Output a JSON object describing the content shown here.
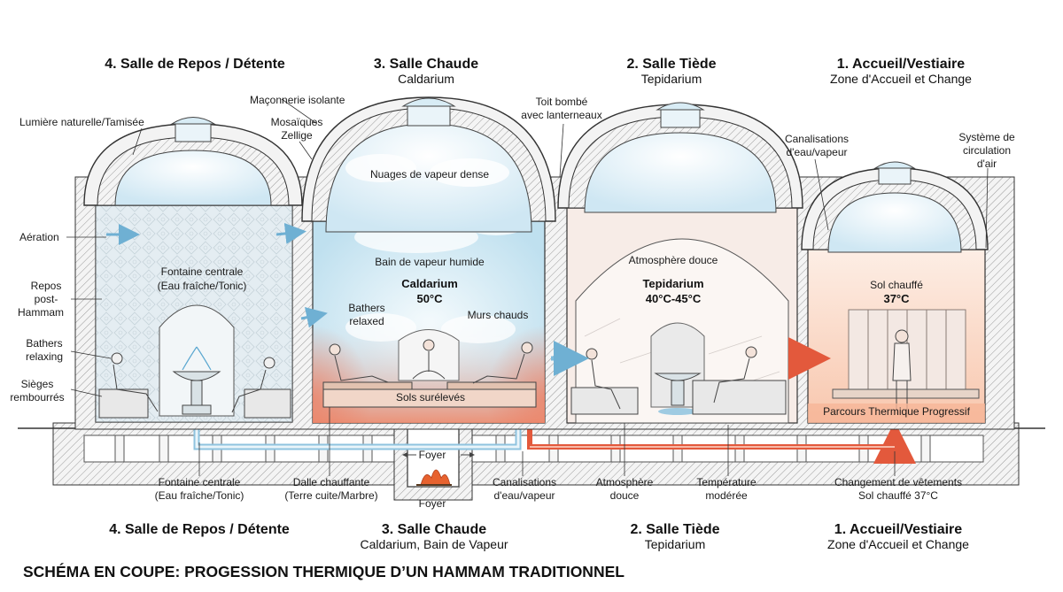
{
  "top_headers": [
    {
      "title": "4. Salle de Repos / Détente",
      "subtitle": ""
    },
    {
      "title": "3. Salle Chaude",
      "subtitle": "Caldarium"
    },
    {
      "title": "2. Salle Tiède",
      "subtitle": "Tepidarium"
    },
    {
      "title": "1. Accueil/Vestiaire",
      "subtitle": "Zone d'Accueil et Change"
    }
  ],
  "bottom_headers": [
    {
      "title": "4. Salle de Repos / Détente",
      "subtitle": ""
    },
    {
      "title": "3. Salle Chaude",
      "subtitle": "Caldarium, Bain de Vapeur"
    },
    {
      "title": "2. Salle Tiède",
      "subtitle": "Tepidarium"
    },
    {
      "title": "1. Accueil/Vestiaire",
      "subtitle": "Zone d'Accueil et Change"
    }
  ],
  "labels": {
    "lumiere": "Lumière naturelle/Tamisée",
    "maconnerie": "Maçonnerie isolante",
    "mosaiques_1": "Mosaïques",
    "mosaiques_2": "Zellige",
    "toit_1": "Toit bombé",
    "toit_2": "avec lanterneaux",
    "canalisations_top_1": "Canalisations",
    "canalisations_top_2": "d'eau/vapeur",
    "systeme_1": "Système de",
    "systeme_2": "circulation",
    "systeme_3": "d'air",
    "aeration": "Aération",
    "repos_1": "Repos",
    "repos_2": "post-",
    "repos_3": "Hammam",
    "bathers_relaxing_1": "Bathers",
    "bathers_relaxing_2": "relaxing",
    "sieges_1": "Sièges",
    "sieges_2": "rembourrés",
    "fontaine_inner_1": "Fontaine centrale",
    "fontaine_inner_2": "(Eau fraîche/Tonic)",
    "nuages": "Nuages de vapeur dense",
    "bain_vapeur": "Bain de vapeur humide",
    "caldarium_name": "Caldarium",
    "caldarium_temp": "50°C",
    "bathers_relaxed_1": "Bathers",
    "bathers_relaxed_2": "relaxed",
    "murs_chauds": "Murs chauds",
    "sols_sureleves": "Sols surélevés",
    "atmosphere_inner": "Atmosphère douce",
    "tepidarium_name": "Tepidarium",
    "tepidarium_temp": "40°C-45°C",
    "sol_chauffe": "Sol chauffé",
    "accueil_temp": "37°C",
    "parcours": "Parcours Thermique Progressif",
    "foyer_inner": "Foyer",
    "foyer_bottom": "Foyer",
    "fontaine_bottom_1": "Fontaine centrale",
    "fontaine_bottom_2": "(Eau fraîche/Tonic)",
    "dalle_1": "Dalle chauffante",
    "dalle_2": "(Terre cuite/Marbre)",
    "canalisations_bottom_1": "Canalisations",
    "canalisations_bottom_2": "d'eau/vapeur",
    "atmosphere_bottom_1": "Atmosphère",
    "atmosphere_bottom_2": "douce",
    "temperature_1": "Température",
    "temperature_2": "modérée",
    "changement_1": "Changement de vêtements",
    "changement_2": "Sol chauffé 37°C"
  },
  "main_title": "SCHÉMA EN COUPE: PROGESSION THERMIQUE D’UN HAMMAM TRADITIONNEL",
  "colors": {
    "steam_blue": "#cfe6f2",
    "heat_red": "#f08a70",
    "warm_peach": "#fbd9c6",
    "pipe_red": "#e3593c",
    "pipe_blue": "#8fc3df"
  }
}
